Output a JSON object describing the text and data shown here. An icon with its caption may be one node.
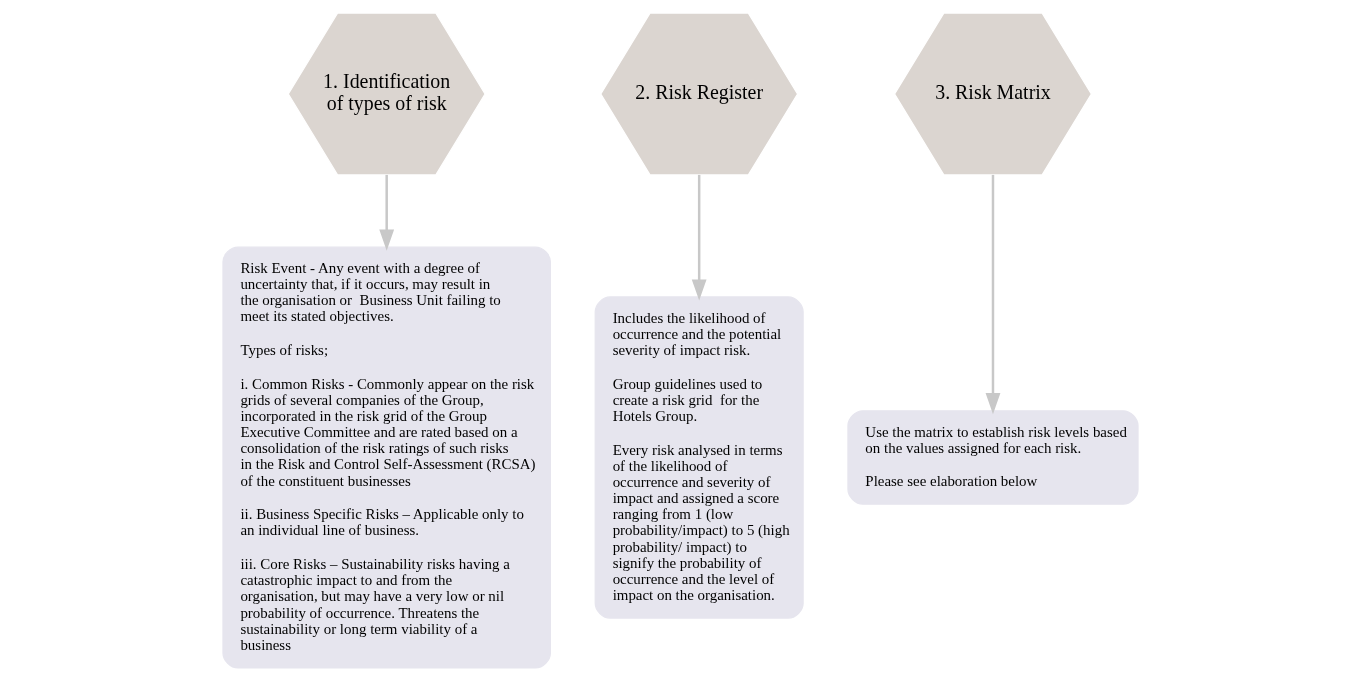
{
  "diagram": {
    "nodes": [
      {
        "text": [
          "1. Identification of types of risk"
        ]
      },
      {
        "text": [
          "2. Risk Register"
        ]
      },
      {
        "text": [
          "3. Risk Matrix"
        ]
      },
      {
        "text": [
          "Includes the likelihood of occurrence and the potential severity of impact risk.",
          "Group guidelines used to create a risk grid  for the Hotels Group.",
          "Every risk analysed in terms of the likelihood of occurrence and severity of impact and assigned a score ranging from 1 (low probability/impact) to 5 (high probability/ impact) to signify the probability of occurrence and the level of impact on the organisation."
        ]
      },
      {
        "text": [
          "Risk Event - Any event with a degree of uncertainty that, if it occurs, may result in the organisation or  Business Unit failing to meet its stated objectives.",
          "Types of risks;",
          "i. Common Risks - Commonly appear on the risk grids of several companies of the Group, incorporated in the risk grid of the Group Executive Committee and are rated based on a consolidation of the risk ratings of such risks in the Risk and Control Self-Assessment (RCSA) of the constituent businesses",
          "ii. Business Specific Risks – Applicable only to an individual line of business.",
          "iii. Core Risks – Sustainability risks having a catastrophic impact to and from the organisation, but may have a very low or nil probability of occurrence. Threatens the sustainability or long term viability of a business"
        ]
      },
      {
        "text": [
          "Use the matrix to establish risk levels based on the values assigned for each risk.",
          "Please see elaboration below"
        ]
      }
    ],
    "edges": [
      {
        "from": 0,
        "to": 4,
        "arrow": "to"
      },
      {
        "from": 1,
        "to": 3,
        "arrow": "to"
      },
      {
        "from": 2,
        "to": 5,
        "arrow": "to"
      }
    ]
  }
}
